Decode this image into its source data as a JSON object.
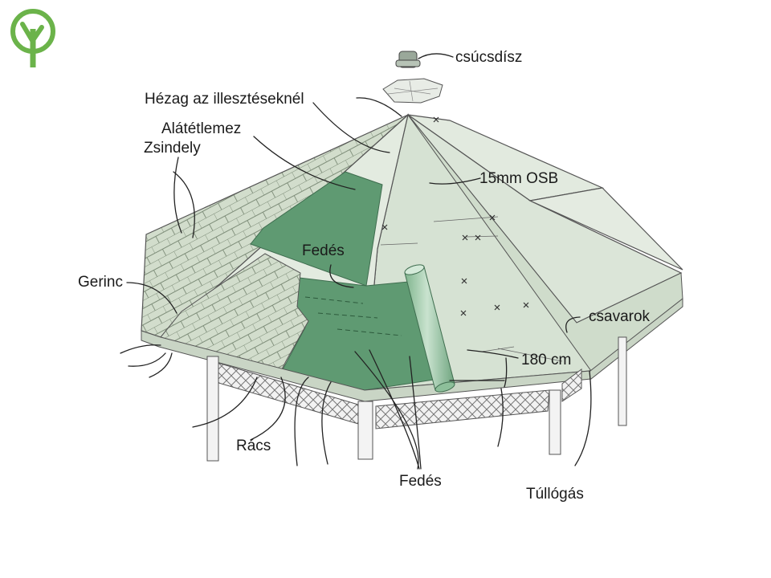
{
  "logo": {
    "name": "tree-logo",
    "color": "#6bb34a"
  },
  "labels": {
    "finial": "csúcsdísz",
    "joint_gap": "Hézag az illesztéseknél",
    "underlayment": "Alátétlemez",
    "shingle": "Zsindely",
    "osb": "15mm OSB",
    "covering_top": "Fedés",
    "ridge": "Gerinc",
    "screws": "csavarok",
    "length": "180 cm",
    "lattice": "Rács",
    "covering_bottom": "Fedés",
    "overhang": "Túllógás"
  },
  "colors": {
    "osb": "#d9e4d6",
    "osb_light": "#e6ede3",
    "underlayment": "#5f9a72",
    "shingle": "#d2ddcc",
    "roll": "#a8cfb0",
    "post": "#f3f3f3"
  }
}
